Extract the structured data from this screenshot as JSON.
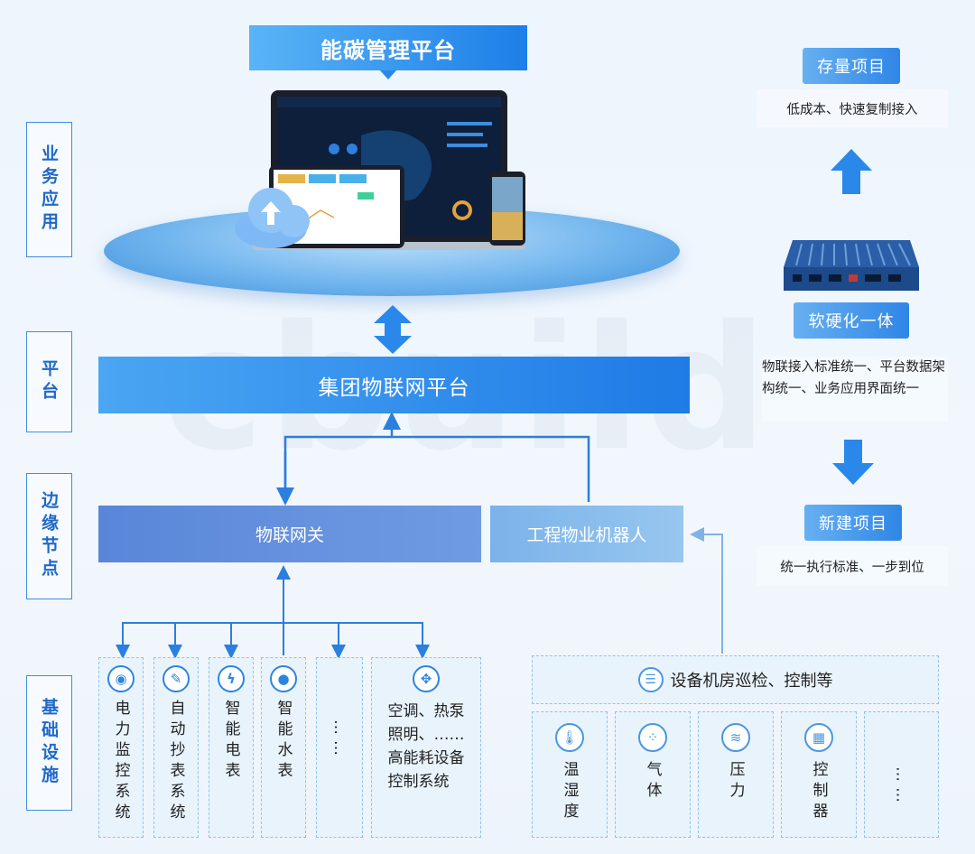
{
  "layers": {
    "business": "业务应用",
    "platform": "平台",
    "edge": "边缘节点",
    "infra": "基础设施"
  },
  "title": "能碳管理平台",
  "platform_bar": "集团物联网平台",
  "gateway": "物联网关",
  "robot": "工程物业机器人",
  "devices": [
    {
      "icon": "eye-icon",
      "label": "电力监控系统"
    },
    {
      "icon": "pencil-icon",
      "label": "自动抄表系统"
    },
    {
      "icon": "lightning-icon",
      "label": "智能电表"
    },
    {
      "icon": "water-drop-icon",
      "label": "智能水表"
    },
    {
      "label": "……"
    },
    {
      "icon": "dpad-icon",
      "label": "空调、热泵\n照明、……\n高能耗设备\n控制系统"
    }
  ],
  "inspection": {
    "icon": "sliders-icon",
    "label": "设备机房巡检、控制等"
  },
  "sensors": [
    {
      "icon": "thermometer-icon",
      "label": "温湿度"
    },
    {
      "icon": "gas-icon",
      "label": "气体"
    },
    {
      "icon": "pressure-icon",
      "label": "压力"
    },
    {
      "icon": "controller-icon",
      "label": "控制器"
    },
    {
      "label": "……"
    }
  ],
  "right": {
    "existing": "存量项目",
    "existing_note": "低成本、快速复制接入",
    "hardware": "软硬化一体",
    "hardware_note": "物联接入标准统一、平台数据架构统一、业务应用界面统一",
    "new": "新建项目",
    "new_note": "统一执行标准、一步到位"
  },
  "watermark": "cbuild",
  "colors": {
    "primary": "#1f7be6",
    "accent": "#3f8ddf",
    "gateway": "#5a86d9",
    "robot": "#8fc0ee"
  }
}
